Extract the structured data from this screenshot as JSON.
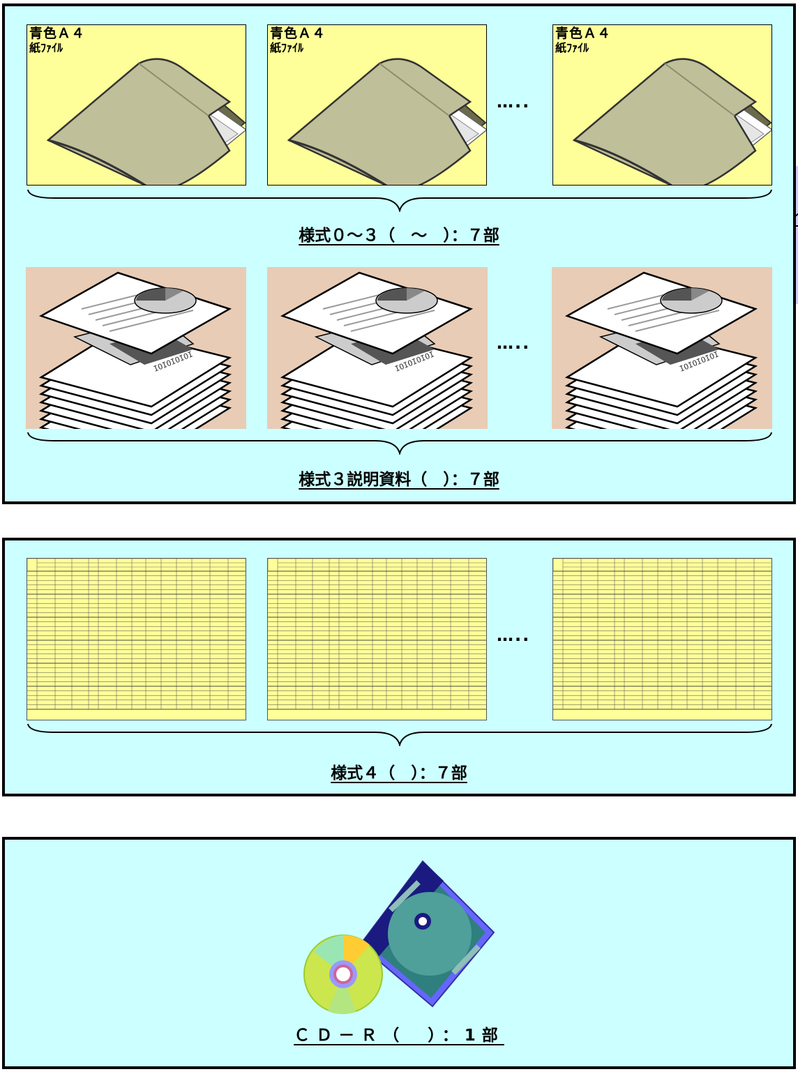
{
  "panel1": {
    "folders": [
      {
        "line1": "青色Ａ４",
        "line2": "紙ﾌｧｲﾙ"
      },
      {
        "line1": "青色Ａ４",
        "line2": "紙ﾌｧｲﾙ"
      },
      {
        "line1": "青色Ａ４",
        "line2": "紙ﾌｧｲﾙ"
      }
    ],
    "folder_ellipsis": "…..",
    "folder_caption": "様式０～３（　～　）：７部",
    "stack_ellipsis": "…..",
    "stack_caption": "様式３説明資料（　）：７部"
  },
  "panel2": {
    "ellipsis": "…..",
    "caption": "様式４（　）：７部"
  },
  "panel3": {
    "caption": "ＣＤ－Ｒ（　）：1部"
  },
  "colors": {
    "panel_bg": "#ccffff",
    "folder_card": "#ffff99",
    "stack_card": "#e8ccb6",
    "sheet_card": "#ffff99",
    "callout": "#ccccff"
  }
}
